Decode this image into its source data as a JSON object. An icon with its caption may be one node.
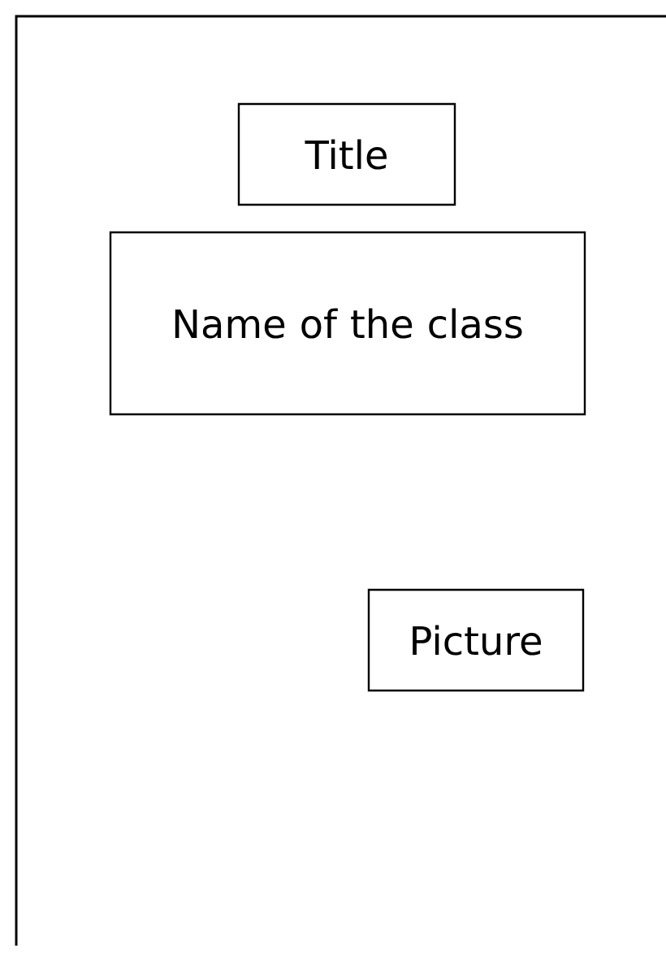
{
  "diagram": {
    "nodes": [
      {
        "text": [
          "Title"
        ]
      },
      {
        "text": [
          "Name of the class"
        ]
      },
      {
        "text": [
          "Picture"
        ]
      }
    ]
  }
}
